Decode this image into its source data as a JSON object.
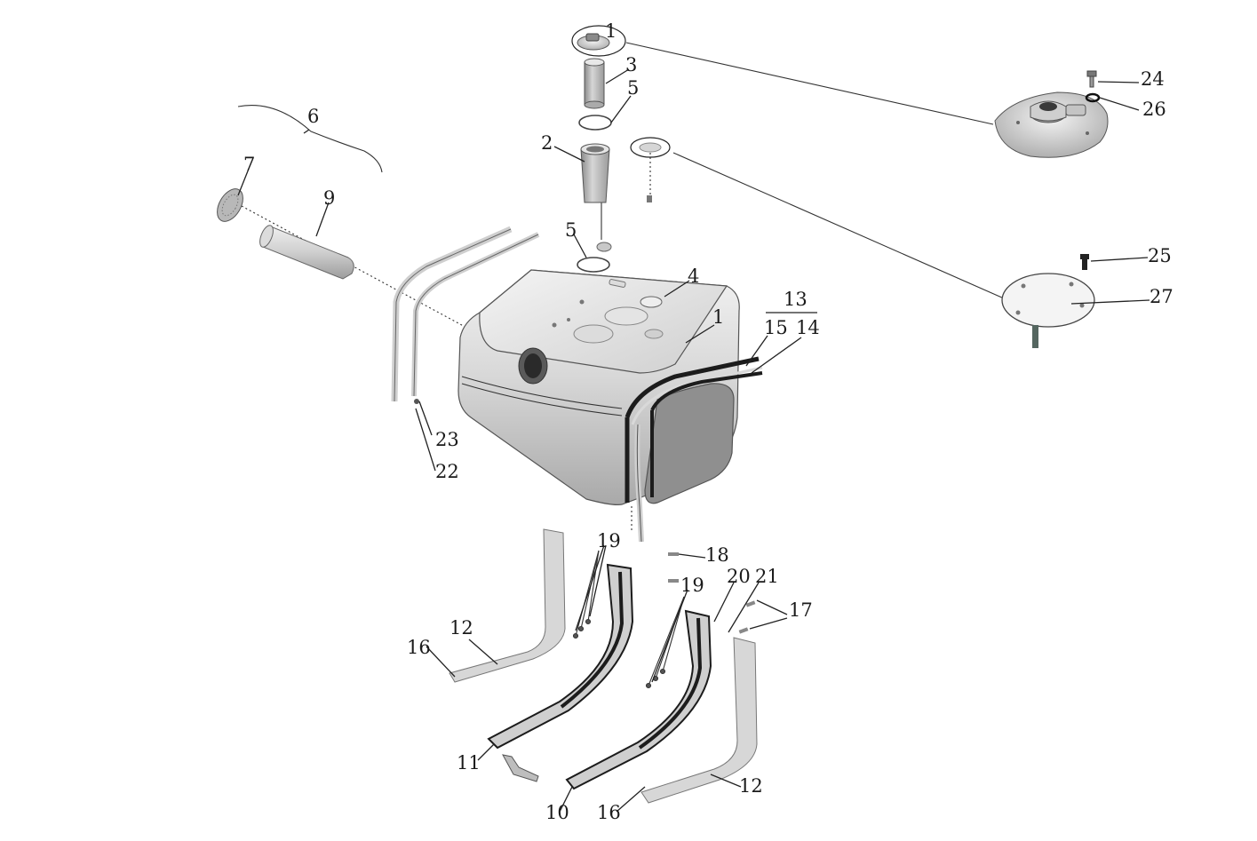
{
  "diagram": {
    "callouts": {
      "c1": "1",
      "c1b": "1",
      "c2": "2",
      "c3": "3",
      "c4": "4",
      "c5a": "5",
      "c5b": "5",
      "c6": "6",
      "c7": "7",
      "c9": "9",
      "c10": "10",
      "c11": "11",
      "c12a": "12",
      "c12b": "12",
      "c13": "13",
      "c14": "14",
      "c15": "15",
      "c16a": "16",
      "c16b": "16",
      "c17": "17",
      "c18": "18",
      "c19a": "19",
      "c19b": "19",
      "c20": "20",
      "c21": "21",
      "c22": "22",
      "c23": "23",
      "c24": "24",
      "c25": "25",
      "c26": "26",
      "c27": "27"
    },
    "colors": {
      "metal_light": "#e6e6e6",
      "metal_mid": "#bdbdbd",
      "metal_dark": "#7a7a7a",
      "band_black": "#1c1c1c",
      "line": "#222222"
    }
  }
}
